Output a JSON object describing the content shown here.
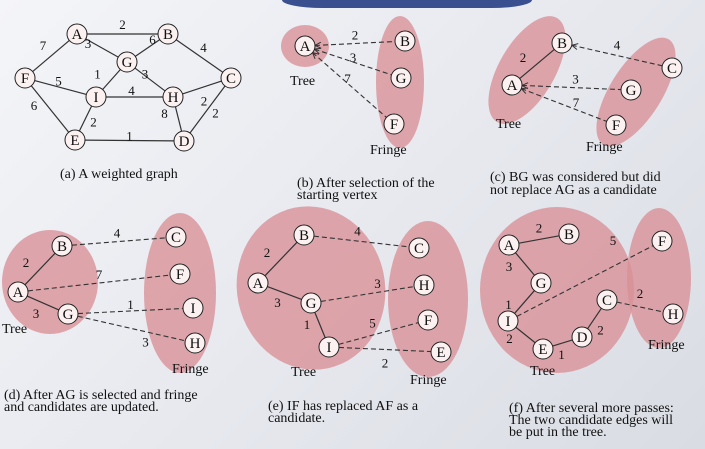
{
  "panels": {
    "a": {
      "caption": [
        "(a) A weighted graph"
      ]
    },
    "b": {
      "caption": [
        "(b) After selection of the",
        "starting vertex"
      ],
      "tree": "Tree",
      "fringe": "Fringe"
    },
    "c": {
      "caption": [
        "(c) BG was considered but did",
        "not replace AG as a candidate"
      ],
      "tree": "Tree",
      "fringe": "Fringe"
    },
    "d": {
      "caption": [
        "(d) After AG is selected and fringe",
        "and candidates are updated."
      ],
      "tree": "Tree",
      "fringe": "Fringe"
    },
    "e": {
      "caption": [
        "(e) IF has replaced AF as a",
        "candidate."
      ],
      "tree": "Tree",
      "fringe": "Fringe"
    },
    "f": {
      "caption": [
        "(f) After several more passes:",
        "The two candidate edges will",
        "be put in the tree."
      ],
      "tree": "Tree",
      "fringe": "Fringe"
    }
  },
  "graphs": {
    "a": {
      "nodes": [
        "A",
        "B",
        "G",
        "F",
        "I",
        "H",
        "C",
        "E",
        "D"
      ],
      "edges": [
        {
          "u": "A",
          "v": "B",
          "w": "2",
          "style": "solid"
        },
        {
          "u": "A",
          "v": "F",
          "w": "7",
          "style": "solid"
        },
        {
          "u": "A",
          "v": "G",
          "w": "3",
          "style": "solid"
        },
        {
          "u": "B",
          "v": "G",
          "w": "6",
          "style": "solid"
        },
        {
          "u": "B",
          "v": "C",
          "w": "4",
          "style": "solid"
        },
        {
          "u": "F",
          "v": "I",
          "w": "5",
          "style": "solid"
        },
        {
          "u": "G",
          "v": "I",
          "w": "1",
          "style": "solid"
        },
        {
          "u": "G",
          "v": "H",
          "w": "3",
          "style": "solid"
        },
        {
          "u": "I",
          "v": "H",
          "w": "4",
          "style": "solid"
        },
        {
          "u": "H",
          "v": "C",
          "w": "2",
          "style": "solid"
        },
        {
          "u": "F",
          "v": "E",
          "w": "6",
          "style": "solid"
        },
        {
          "u": "I",
          "v": "E",
          "w": "2",
          "style": "solid"
        },
        {
          "u": "H",
          "v": "D",
          "w": "8",
          "style": "solid"
        },
        {
          "u": "E",
          "v": "D",
          "w": "1",
          "style": "solid"
        },
        {
          "u": "C",
          "v": "D",
          "w": "2",
          "style": "solid"
        }
      ]
    },
    "b": {
      "nodes": [
        "A",
        "B",
        "G",
        "F"
      ],
      "edges": [
        {
          "u": "A",
          "v": "B",
          "w": "2",
          "style": "dash"
        },
        {
          "u": "A",
          "v": "G",
          "w": "3",
          "style": "dash"
        },
        {
          "u": "A",
          "v": "F",
          "w": "7",
          "style": "dash"
        }
      ]
    },
    "c": {
      "nodes": [
        "B",
        "A",
        "C",
        "G",
        "F"
      ],
      "edges": [
        {
          "u": "B",
          "v": "A",
          "w": "2",
          "style": "solid"
        },
        {
          "u": "B",
          "v": "C",
          "w": "4",
          "style": "dash"
        },
        {
          "u": "A",
          "v": "G",
          "w": "3",
          "style": "dash"
        },
        {
          "u": "A",
          "v": "F",
          "w": "7",
          "style": "dash"
        }
      ]
    },
    "d": {
      "nodes": [
        "B",
        "A",
        "G",
        "C",
        "F",
        "I",
        "H"
      ],
      "edges": [
        {
          "u": "A",
          "v": "B",
          "w": "2",
          "style": "solid"
        },
        {
          "u": "A",
          "v": "G",
          "w": "3",
          "style": "solid"
        },
        {
          "u": "B",
          "v": "C",
          "w": "4",
          "style": "dash"
        },
        {
          "u": "A",
          "v": "F",
          "w": "7",
          "style": "dash"
        },
        {
          "u": "G",
          "v": "I",
          "w": "1",
          "style": "dash"
        },
        {
          "u": "G",
          "v": "H",
          "w": "3",
          "style": "dash"
        }
      ]
    },
    "e": {
      "nodes": [
        "B",
        "A",
        "G",
        "I",
        "C",
        "H",
        "F",
        "E"
      ],
      "edges": [
        {
          "u": "A",
          "v": "B",
          "w": "2",
          "style": "solid"
        },
        {
          "u": "A",
          "v": "G",
          "w": "3",
          "style": "solid"
        },
        {
          "u": "G",
          "v": "I",
          "w": "1",
          "style": "solid"
        },
        {
          "u": "B",
          "v": "C",
          "w": "4",
          "style": "dash"
        },
        {
          "u": "G",
          "v": "H",
          "w": "3",
          "style": "dash"
        },
        {
          "u": "I",
          "v": "F",
          "w": "5",
          "style": "dash"
        },
        {
          "u": "I",
          "v": "E",
          "w": "2",
          "style": "dash"
        }
      ]
    },
    "f": {
      "nodes": [
        "A",
        "B",
        "G",
        "I",
        "E",
        "D",
        "F",
        "C",
        "H"
      ],
      "edges": [
        {
          "u": "A",
          "v": "B",
          "w": "2",
          "style": "solid"
        },
        {
          "u": "A",
          "v": "G",
          "w": "3",
          "style": "solid"
        },
        {
          "u": "G",
          "v": "I",
          "w": "1",
          "style": "solid"
        },
        {
          "u": "I",
          "v": "E",
          "w": "2",
          "style": "solid"
        },
        {
          "u": "E",
          "v": "D",
          "w": "1",
          "style": "solid"
        },
        {
          "u": "D",
          "v": "C",
          "w": "2",
          "style": "solid"
        },
        {
          "u": "I",
          "v": "F",
          "w": "5",
          "style": "dash"
        },
        {
          "u": "C",
          "v": "H",
          "w": "2",
          "style": "dash"
        }
      ]
    }
  }
}
